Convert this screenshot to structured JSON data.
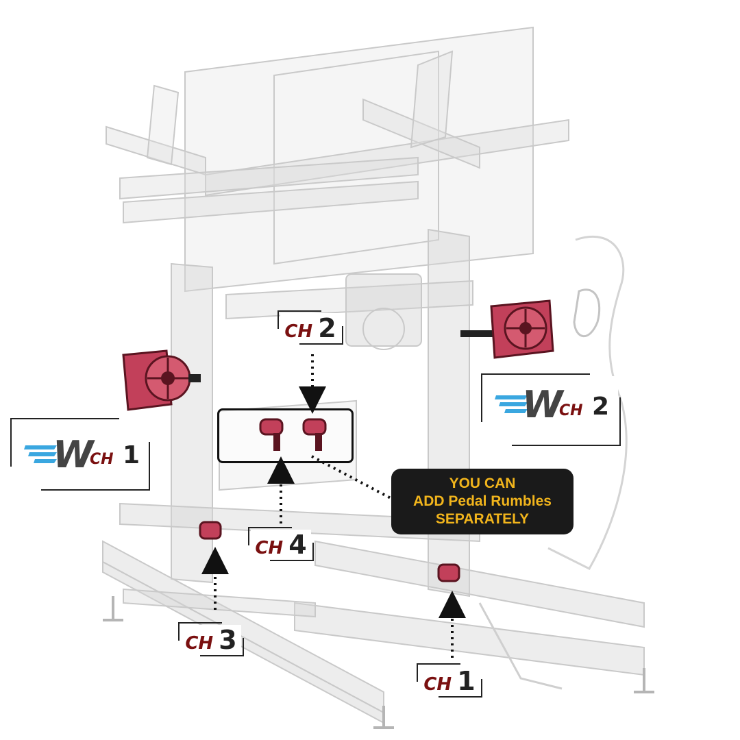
{
  "labels": {
    "ch_prefix": "CH",
    "ch2_num": "2",
    "ch4_num": "4",
    "ch3_num": "3",
    "ch1_num": "1",
    "wind_ch1_num": "1",
    "wind_ch2_num": "2"
  },
  "wind_logo": {
    "letter": "W",
    "stripe_color": "#3aa7e0",
    "letter_color": "#444444"
  },
  "note": {
    "line1": "YOU CAN",
    "line2": "ADD Pedal Rumbles",
    "line3": "SEPARATELY",
    "text_color": "#f2b51c",
    "bg_color": "#1a1a1a"
  },
  "colors": {
    "ch_text": "#7a1010",
    "device": "#c2405a",
    "device_dark": "#5a1420"
  },
  "icons": [
    "fan-icon",
    "rumble-motor-icon",
    "pedal-rumble-icon"
  ]
}
